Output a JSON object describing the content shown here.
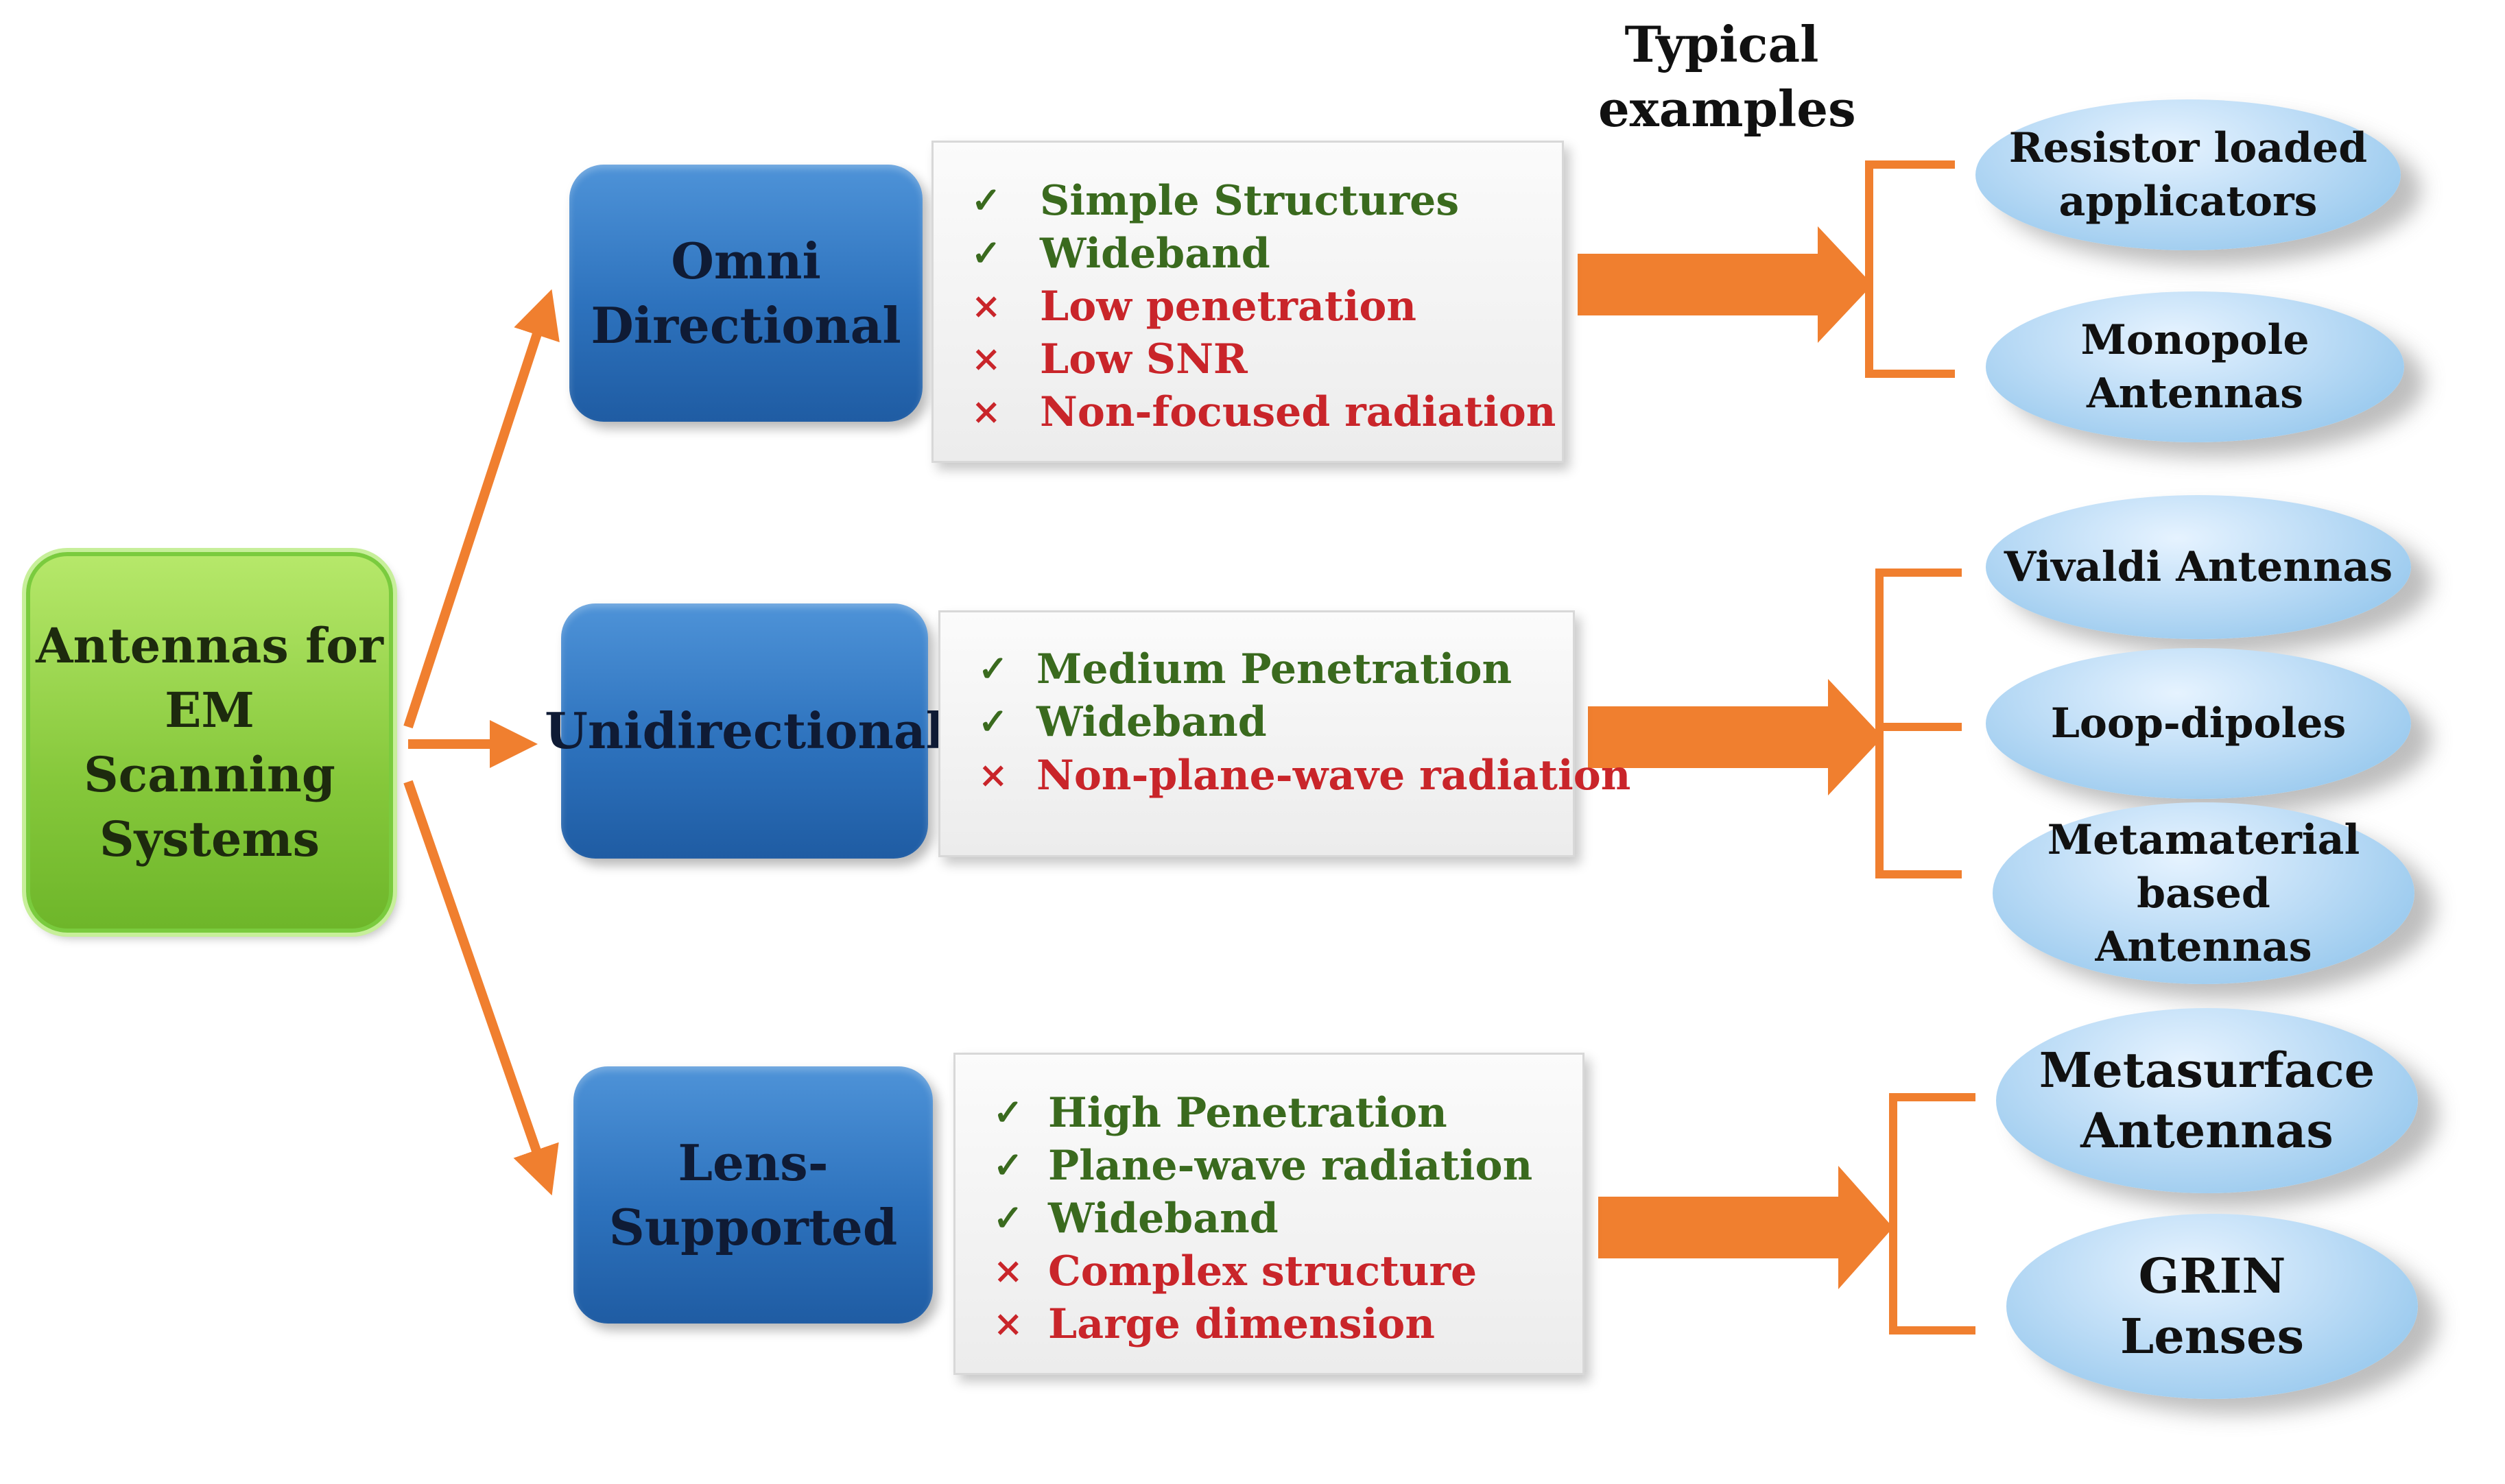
{
  "root": {
    "label": "Antennas for\nEM\nScanning\nSystems"
  },
  "header": {
    "label": "Typical\nexamples"
  },
  "colors": {
    "arrow": "#f07f2f",
    "root_fill": "#86c83b",
    "category_fill": "#2d72bd",
    "pro_text": "#3a6a1e",
    "con_text": "#c9252a",
    "example_fill": "#bcdcf6"
  },
  "icons": {
    "pro": "check-icon",
    "con": "cross-icon",
    "pro_glyph": "✓",
    "con_glyph": "×"
  },
  "categories": [
    {
      "label": "Omni\nDirectional",
      "features": [
        {
          "type": "pro",
          "text": "Simple Structures"
        },
        {
          "type": "pro",
          "text": "Wideband"
        },
        {
          "type": "con",
          "text": "Low penetration"
        },
        {
          "type": "con",
          "text": "Low SNR"
        },
        {
          "type": "con",
          "text": "Non-focused radiation"
        }
      ],
      "examples": [
        "Resistor loaded\napplicators",
        "Monopole\nAntennas"
      ]
    },
    {
      "label": "Unidirectional",
      "features": [
        {
          "type": "pro",
          "text": "Medium Penetration"
        },
        {
          "type": "pro",
          "text": "Wideband"
        },
        {
          "type": "con",
          "text": "Non-plane-wave radiation"
        }
      ],
      "examples": [
        "Vivaldi Antennas",
        "Loop-dipoles",
        "Metamaterial based\nAntennas"
      ]
    },
    {
      "label": "Lens-\nSupported",
      "features": [
        {
          "type": "pro",
          "text": "High Penetration"
        },
        {
          "type": "pro",
          "text": "Plane-wave radiation"
        },
        {
          "type": "pro",
          "text": "Wideband"
        },
        {
          "type": "con",
          "text": "Complex structure"
        },
        {
          "type": "con",
          "text": "Large dimension"
        }
      ],
      "examples": [
        "Metasurface\nAntennas",
        "GRIN\nLenses"
      ]
    }
  ]
}
